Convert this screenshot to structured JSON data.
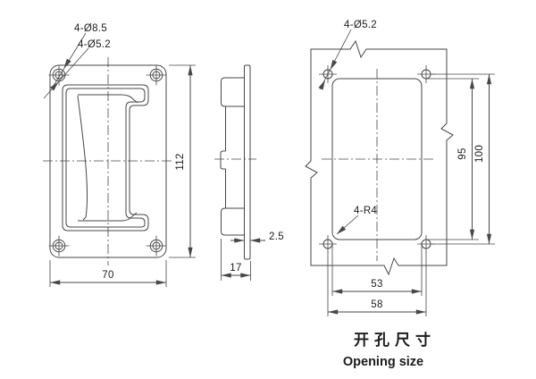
{
  "drawing": {
    "title_cn": "开孔尺寸",
    "title_en": "Opening size",
    "front_view": {
      "callout_outer_holes": "4-Ø8.5",
      "callout_inner_holes": "4-Ø5.2",
      "dim_height": "112",
      "dim_width": "70"
    },
    "side_view": {
      "dim_flange_thickness": "2.5",
      "dim_depth": "17"
    },
    "opening_view": {
      "callout_holes": "4-Ø5.2",
      "callout_corner_radius": "4-R4",
      "dim_cutout_height": "95",
      "dim_hole_spacing_v": "100",
      "dim_cutout_width": "53",
      "dim_hole_spacing_h": "58"
    },
    "colors": {
      "line": "#474747",
      "text": "#1c1c1c",
      "background": "#ffffff"
    }
  }
}
